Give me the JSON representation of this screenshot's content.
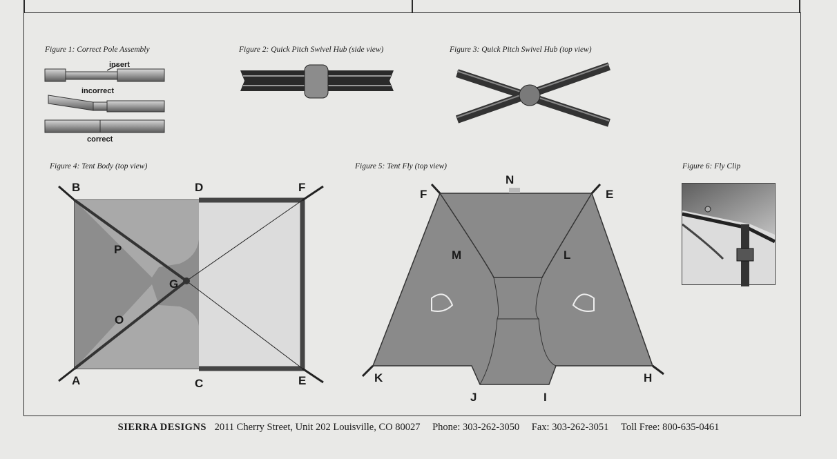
{
  "figures": {
    "fig1": {
      "caption": "Figure 1: Correct Pole Assembly",
      "insert": "insert",
      "incorrect": "incorrect",
      "correct": "correct"
    },
    "fig2": {
      "caption": "Figure 2: Quick Pitch Swivel Hub (side view)"
    },
    "fig3": {
      "caption": "Figure 3: Quick Pitch Swivel Hub (top view)"
    },
    "fig4": {
      "caption": "Figure 4: Tent Body (top view)",
      "labels": {
        "A": "A",
        "B": "B",
        "C": "C",
        "D": "D",
        "E": "E",
        "F": "F",
        "G": "G",
        "O": "O",
        "P": "P"
      }
    },
    "fig5": {
      "caption": "Figure 5: Tent Fly (top view)",
      "labels": {
        "N": "N",
        "F": "F",
        "E": "E",
        "M": "M",
        "L": "L",
        "K": "K",
        "H": "H",
        "J": "J",
        "I": "I"
      }
    },
    "fig6": {
      "caption": "Figure 6: Fly Clip"
    }
  },
  "footer": {
    "brand": "SIERRA DESIGNS",
    "address": "2011 Cherry Street, Unit 202  Louisville, CO 80027",
    "phone": "Phone: 303-262-3050",
    "fax": "Fax: 303-262-3051",
    "tollfree": "Toll Free: 800-635-0461"
  }
}
